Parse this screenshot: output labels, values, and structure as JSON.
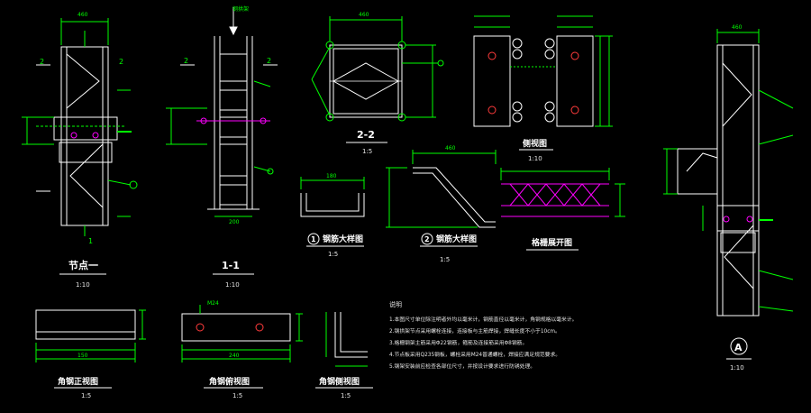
{
  "colors": {
    "background": "#000000",
    "outline": "#ffffff",
    "dimension": "#00ff00",
    "rebar": "#ff00ff",
    "bolt": "#ff3b3b",
    "weld": "#00ffff"
  },
  "drawings": {
    "joint1": {
      "title": "节点一",
      "scale": "1:10"
    },
    "section11": {
      "title": "1-1",
      "scale": "1:10"
    },
    "section22": {
      "title": "2-2",
      "scale": "1:5"
    },
    "elevation": {
      "title": "侧视图",
      "scale": "1:10"
    },
    "bar1": {
      "number": "1",
      "title": "钢筋大样图",
      "scale": "1:5"
    },
    "bar2": {
      "number": "2",
      "title": "钢筋大样图",
      "scale": "1:5"
    },
    "mesh": {
      "title": "格栅展开图"
    },
    "angleFront": {
      "title": "角钢正视图",
      "scale": "1:5"
    },
    "angleTop": {
      "title": "角钢俯视图",
      "scale": "1:5"
    },
    "angleSide": {
      "title": "角钢侧视图",
      "scale": "1:5"
    },
    "detailA": {
      "label": "A",
      "scale": "1:10"
    }
  },
  "labels": {
    "sectionMark2": "2",
    "sectionMark1": "1",
    "arrow": "钢拱架",
    "dimTop": "460",
    "dimWidth": "200",
    "dimBar": "180",
    "bolt": "M24",
    "angleLen": "240",
    "angleLen2": "150"
  },
  "notes": {
    "heading": "说明",
    "lines": [
      "1.本图尺寸单位除注明者外均以毫米计，钢筋直径以毫米计，角钢规格以毫米计。",
      "2.钢拱架节点采用螺栓连接，连接板与主筋焊接，焊缝长度不小于10cm。",
      "3.格栅钢架主筋采用Φ22钢筋，箍筋及连接筋采用Φ8钢筋。",
      "4.节点板采用Q235钢板，螺栓采用M24普通螺栓，焊接应满足规范要求。",
      "5.钢架安装前应检查各部位尺寸，并按设计要求进行防锈处理。"
    ]
  }
}
